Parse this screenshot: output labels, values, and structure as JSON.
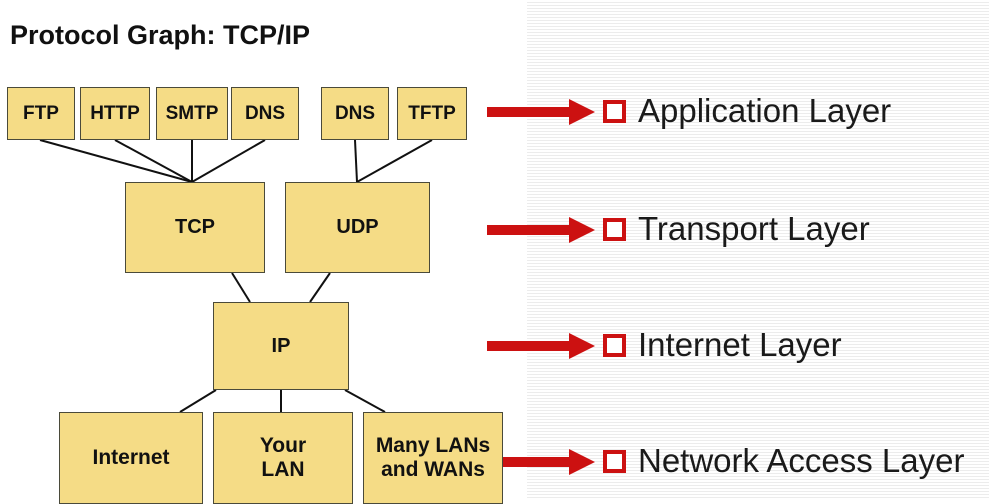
{
  "title": "Protocol Graph: TCP/IP",
  "protocols": {
    "ftp": "FTP",
    "http": "HTTP",
    "smtp": "SMTP",
    "dns1": "DNS",
    "dns2": "DNS",
    "tftp": "TFTP",
    "tcp": "TCP",
    "udp": "UDP",
    "ip": "IP",
    "internet": "Internet",
    "your_lan": "Your LAN",
    "many_lans": "Many LANs and WANs"
  },
  "layers": [
    {
      "label": "Application Layer"
    },
    {
      "label": "Transport Layer"
    },
    {
      "label": "Internet Layer"
    },
    {
      "label": "Network Access Layer"
    }
  ],
  "colors": {
    "box_fill": "#f5dc86",
    "arrow": "#cc1111",
    "bullet": "#cc1111"
  }
}
